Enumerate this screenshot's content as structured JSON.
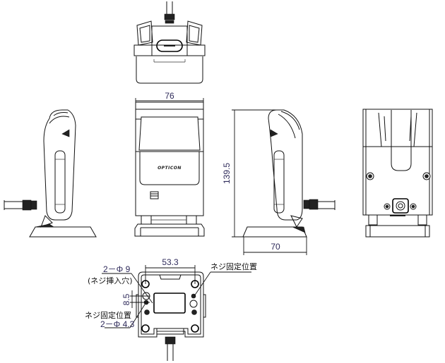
{
  "drawing": {
    "title": "Scanner dimensional drawing",
    "brand_logo": "OPTICON",
    "colors": {
      "line": "#111111",
      "dimension_text": "#2e2a5a",
      "background": "#ffffff"
    },
    "views": [
      {
        "id": "top",
        "label": "Top view"
      },
      {
        "id": "left-side",
        "label": "Left side view"
      },
      {
        "id": "front",
        "label": "Front view"
      },
      {
        "id": "right-side",
        "label": "Right side view"
      },
      {
        "id": "rear",
        "label": "Rear view"
      },
      {
        "id": "bottom",
        "label": "Bottom view"
      }
    ],
    "dimensions": {
      "width": "76",
      "height": "139.5",
      "depth": "70",
      "hole_pitch": "53.3",
      "slot_offset": "8.5"
    },
    "annotations": {
      "insert_hole_count": "2－Φ 9",
      "insert_hole_note": "(ネジ挿入穴)",
      "fix_position_left": "ネジ固定位置",
      "fix_hole_count": "2－Φ 4.3",
      "fix_position_right": "ネジ固定位置"
    }
  }
}
